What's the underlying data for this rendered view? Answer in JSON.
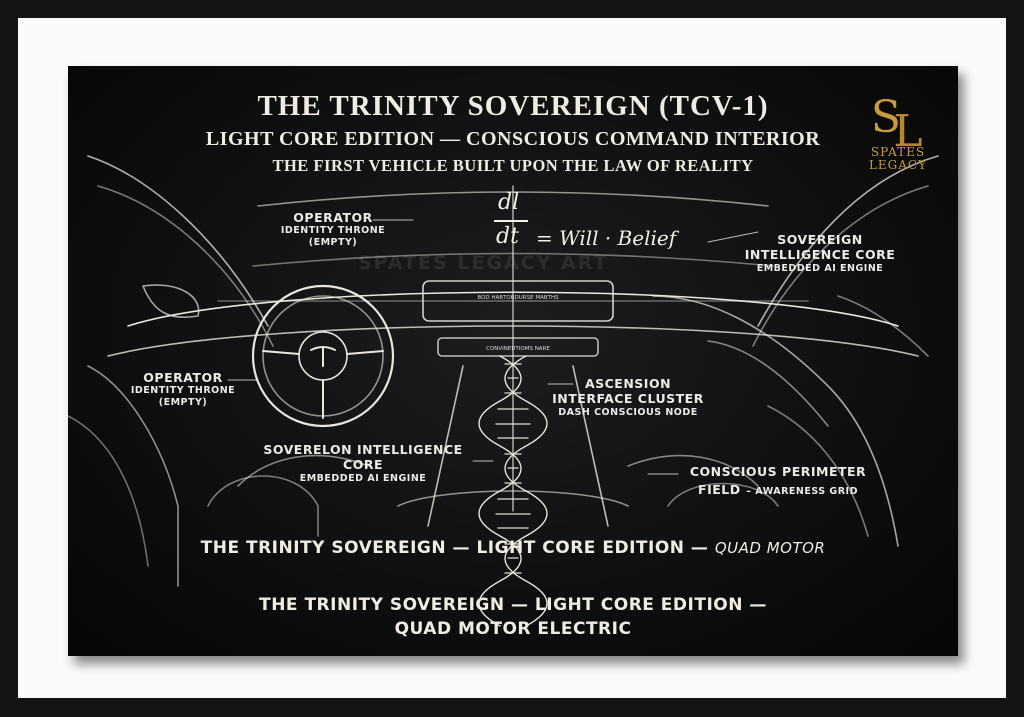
{
  "poster": {
    "title": "THE TRINITY SOVEREIGN (TCV-1)",
    "subtitle": "LIGHT CORE EDITION — CONSCIOUS COMMAND INTERIOR",
    "tagline": "THE FIRST VEHICLE BUILT UPON THE LAW OF REALITY",
    "watermark": "SPATES LEGACY ART",
    "formula": {
      "numerator": "dl",
      "denominator": "dt",
      "rhs": "= Will · Belief"
    },
    "logo": {
      "monogram": "SL",
      "line1": "SPATES",
      "line2": "LEGACY",
      "color": "#c99a3e"
    },
    "labels": {
      "operator_top": {
        "title": "OPERATOR",
        "line2": "IDENTITY THRONE",
        "line3": "(EMPTY)"
      },
      "sovereign_core": {
        "line1": "SOVEREIGN",
        "line2": "INTELLIGENCE CORE",
        "line3": "EMBEDDED AI ENGINE"
      },
      "operator_left": {
        "title": "OPERATOR",
        "line2": "IDENTITY THRONE",
        "line3": "(EMPTY)"
      },
      "ascension": {
        "line1": "ASCENSION",
        "line2": "INTERFACE CLUSTER",
        "line3": "DASH CONSCIOUS NODE"
      },
      "soverelon": {
        "line1": "SOVERELON INTELLIGENCE",
        "line2": "CORE",
        "line3": "EMBEDDED AI ENGINE"
      },
      "perimeter": {
        "line1": "CONSCIOUS PERIMETER",
        "line2": "FIELD",
        "line2_suffix": "– AWARENESS GRID"
      }
    },
    "bottom_line1": "THE TRINITY SOVEREIGN — LIGHT CORE EDITION —",
    "bottom_line1_italic": "QUAD MOTOR",
    "bottom_line2a": "THE TRINITY SOVEREIGN — LIGHT CORE EDITION —",
    "bottom_line2b": "QUAD MOTOR ELECTRIC"
  }
}
